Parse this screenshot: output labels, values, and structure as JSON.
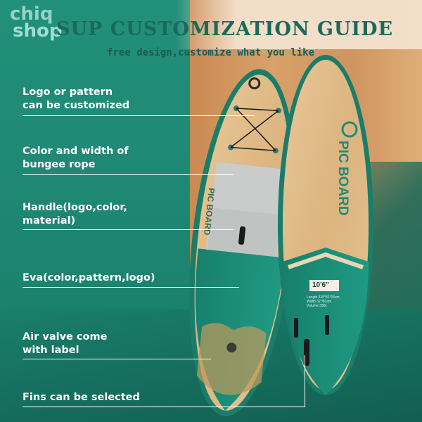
{
  "brand": {
    "line1": "chiq",
    "line2": "shop"
  },
  "title": "SUP CUSTOMIZATION GUIDE",
  "subtitle": "free design,customize what you like",
  "features": [
    {
      "line1": "Logo or pattern",
      "line2": "can be customized"
    },
    {
      "line1": "Color and width of",
      "line2": "bungee rope"
    },
    {
      "line1": "Handle(logo,color,",
      "line2": "material)"
    },
    {
      "line1": "Eva(color,pattern,logo)",
      "line2": ""
    },
    {
      "line1": "Air valve come",
      "line2": "with label"
    },
    {
      "line1": "Fins can be selected",
      "line2": ""
    }
  ],
  "board": {
    "brand_text": "PIC BOARD",
    "size_text": "10'6\"",
    "spec_lines": [
      "Length 320*81*15cm",
      "Width 32\"/81cm",
      "Volume 330L"
    ]
  },
  "colors": {
    "teal": "#1e8c78",
    "dark_teal": "#146a5a",
    "wood": "#d9a06a",
    "title": "#1a6a5c"
  }
}
